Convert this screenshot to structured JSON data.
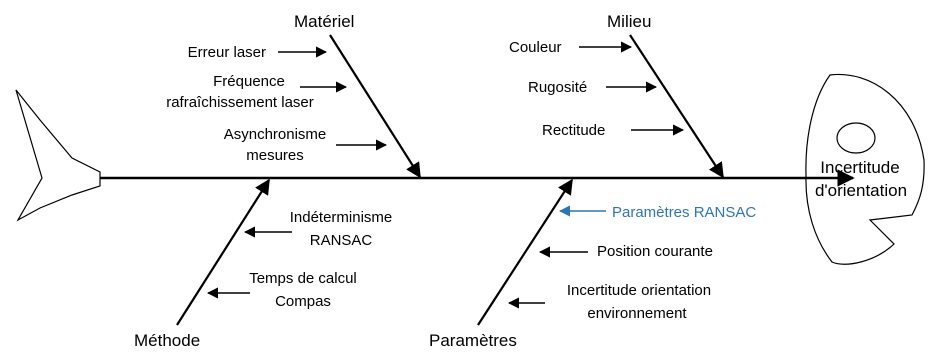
{
  "diagram": {
    "effect": {
      "line1": "Incertitude",
      "line2": "d'orientation"
    },
    "categories": {
      "materiel": "Matériel",
      "milieu": "Milieu",
      "methode": "Méthode",
      "parametres": "Paramètres"
    },
    "causes": {
      "erreur_laser": "Erreur laser",
      "frequence_l1": "Fréquence",
      "frequence_l2": "rafraîchissement laser",
      "asynchronisme_l1": "Asynchronisme",
      "asynchronisme_l2": "mesures",
      "couleur": "Couleur",
      "rugosite": "Rugosité",
      "rectitude": "Rectitude",
      "indeterminisme_l1": "Indéterminisme",
      "indeterminisme_l2": "RANSAC",
      "temps_l1": "Temps de calcul",
      "temps_l2": "Compas",
      "parametres_ransac": "Paramètres RANSAC",
      "position_courante": "Position courante",
      "incertitude_env_l1": "Incertitude orientation",
      "incertitude_env_l2": "environnement"
    },
    "colors": {
      "line": "#000000",
      "highlight": "#2e75b6"
    }
  }
}
